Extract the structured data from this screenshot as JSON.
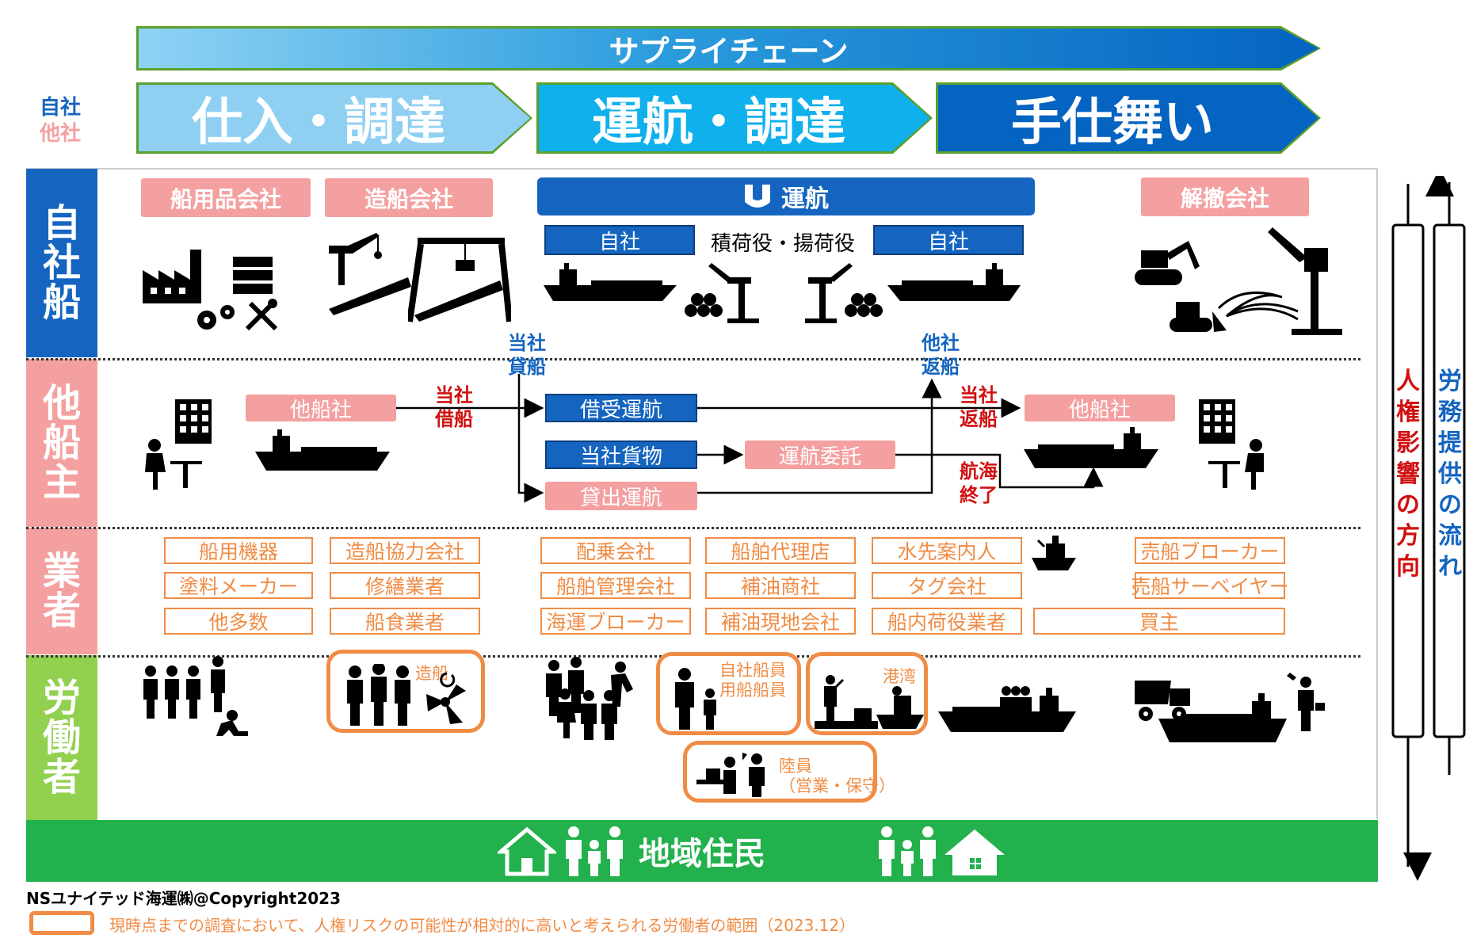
{
  "supply_chain": {
    "title": "サプライチェーン",
    "stage1": "仕入・調達",
    "stage2": "運航・調達",
    "stage3": "手仕舞い"
  },
  "legend_left": {
    "own": "自社",
    "other": "他社"
  },
  "rows": {
    "own_ship": "自社船",
    "other_owner": "他船主",
    "vendors": "業者",
    "workers": "労働者"
  },
  "own_ship_row": {
    "ship_supplies": "船用品会社",
    "shipbuilder": "造船会社",
    "operation": "運航",
    "own_left": "自社",
    "cargo_handling": "積荷役・揚荷役",
    "own_right": "自社",
    "scrapping": "解撤会社"
  },
  "other_owner_row": {
    "other_ship_left": "他船社",
    "our_charter_in": "当社\n借船",
    "our_charter_out": "当社\n貸船",
    "chartered_operation": "借受運航",
    "our_cargo": "当社貨物",
    "operation_consign": "運航委託",
    "sublet_operation": "貸出運航",
    "other_return": "他社\n返船",
    "our_return": "当社\n返船",
    "voyage_end": "航海\n終了",
    "other_ship_right": "他船社"
  },
  "vendors_row": {
    "tags": [
      "船用機器",
      "造船協力会社",
      "配乗会社",
      "船舶代理店",
      "水先案内人",
      "売船ブローカー",
      "塗料メーカー",
      "修繕業者",
      "船舶管理会社",
      "補油商社",
      "タグ会社",
      "売船サーベイヤー",
      "他多数",
      "船食業者",
      "海運ブローカー",
      "補油現地会社",
      "船内荷役業者",
      "買主"
    ]
  },
  "workers_row": {
    "shipbuilding": "造船",
    "crew": "自社船員\n用船船員",
    "port": "港湾",
    "land_staff": "陸員\n（営業・保守）"
  },
  "residents": "地域住民",
  "right_arrows": {
    "human_rights": "人権影響の方向",
    "labor_flow": "労務提供の流れ"
  },
  "copyright": "NSユナイテッド海運㈱@Copyright2023",
  "footnote": "現時点までの調査において、人権リスクの可能性が相対的に高いと考えられる労働者の範囲（2023.12）",
  "colors": {
    "light_blue": "#5ab8ea",
    "mid_blue": "#00a6e6",
    "dark_blue": "#0563c1",
    "row_blue": "#1565c0",
    "row_pink": "#f4a0a0",
    "row_green": "#92d050",
    "residents_green": "#22b14c",
    "orange": "#f08c45",
    "red": "#d01010"
  }
}
